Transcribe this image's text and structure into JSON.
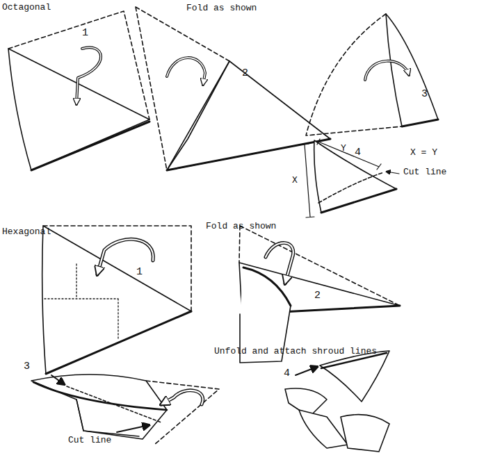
{
  "diagram": {
    "labels": [
      "Octagonal",
      "Fold as shown",
      "1",
      "2",
      "3",
      "4",
      "X = Y",
      "Cut line",
      "X",
      "Y",
      "Hexagonal",
      "Fold as shown",
      "1",
      "2",
      "3",
      "Unfold and attach shroud lines",
      "4",
      "Cut line"
    ]
  }
}
